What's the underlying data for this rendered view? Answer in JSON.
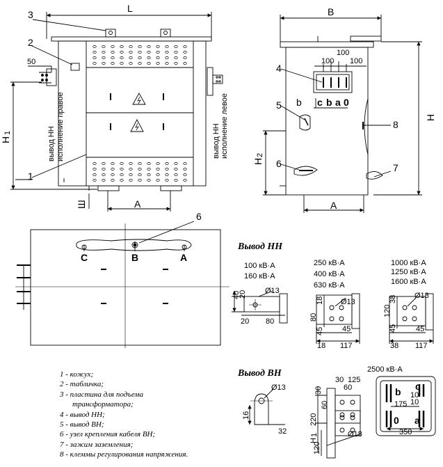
{
  "front_view": {
    "callouts": [
      "3",
      "2",
      "1"
    ],
    "dims": {
      "L": "L",
      "H1": "H",
      "H1_sub": "1",
      "sh": "Ш",
      "A": "A",
      "w50": "50"
    },
    "side_labels": {
      "left_line1": "вывод НН",
      "left_line2": "исполнение правое",
      "right_line1": "вывод НН",
      "right_line2": "исполнение левое"
    }
  },
  "side_view": {
    "callouts": [
      "4",
      "5",
      "6",
      "7",
      "8"
    ],
    "dims": {
      "B": "B",
      "H": "H",
      "H2": "H",
      "H2_sub": "2",
      "A": "A",
      "d100a": "100",
      "d100b": "100",
      "d100c": "100"
    },
    "terminal_letters": [
      "c",
      "b",
      "a",
      "0"
    ],
    "b_label": "b"
  },
  "top_view": {
    "callout": "6",
    "phases": [
      "C",
      "B",
      "A"
    ]
  },
  "lv": {
    "title": "Вывод НН",
    "group1": [
      "100 кВ·А",
      "160 кВ·А"
    ],
    "group2": [
      "250 кВ·А",
      "400 кВ·А",
      "630 кВ·А"
    ],
    "group3": [
      "1000 кВ·А",
      "1250 кВ·А",
      "1600 кВ·А"
    ],
    "d1": {
      "hole": "Ø13",
      "v40": "40",
      "v20": "20",
      "h20": "20",
      "h80": "80"
    },
    "d2": {
      "hole": "Ø13",
      "v18": "18",
      "v80": "80",
      "v45": "45",
      "h45": "45",
      "h18": "18",
      "h117": "117"
    },
    "d3": {
      "hole": "Ø13",
      "v38": "38",
      "v120": "120",
      "v45": "45",
      "h45": "45",
      "h38": "38",
      "h117": "117"
    }
  },
  "hv": {
    "title": "Вывод ВН",
    "d1": {
      "hole": "Ø13",
      "v16": "16",
      "h32": "32"
    },
    "d2": {
      "h30": "30",
      "h125": "125",
      "h60": "60",
      "v30": "30",
      "v60": "60",
      "v220": "220",
      "v120": "120",
      "H1": "H",
      "H1_sub": "1",
      "hole": "Ø18"
    },
    "d3": {
      "title": "2500 кВ·А",
      "b": "b",
      "c": "c",
      "o": "0",
      "a": "a",
      "d10a": "10",
      "d10b": "10",
      "d175": "175",
      "d350": "350"
    }
  },
  "legend": [
    "1 - кожух;",
    "2 - табличка;",
    "3 - пластина для подъема",
    "трансформатора;",
    "4 - вывод НН;",
    "5 - вывод ВН;",
    "6 - узел крепления кабеля ВН;",
    "7 - зажим заземления;",
    "8 - клеммы регулирования напряжения."
  ]
}
